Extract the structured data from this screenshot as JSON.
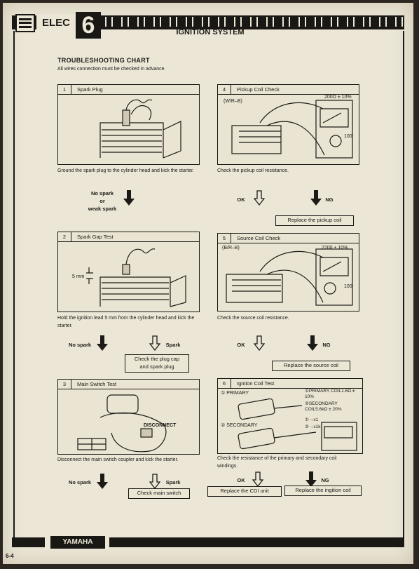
{
  "header": {
    "chapter_label": "ELEC",
    "chapter_number": "6",
    "section_title": "IGNITION SYSTEM"
  },
  "chart": {
    "title": "TROUBLESHOOTING CHART",
    "subtitle": "All wires connection must be checked in advance."
  },
  "steps": [
    {
      "num": "1",
      "title": "Spark Plug",
      "caption": "Ground the spark plug to the cylinder head and kick the starter."
    },
    {
      "num": "2",
      "title": "Spark Gap Test",
      "caption": "Hold the ignition lead 5 mm from the cylinder head and kick the starter.",
      "dim_label": "5 mm"
    },
    {
      "num": "3",
      "title": "Main Switch Test",
      "caption": "Disconnect the main switch coupler and kick the starter.",
      "disconnect_label": "DISCONNECT"
    },
    {
      "num": "4",
      "title": "Pickup Coil Check",
      "caption": "Check the pickup coil resistance.",
      "wire_label": "(W/R–B)",
      "meter_value": "200Ω ± 10%",
      "range": "100"
    },
    {
      "num": "5",
      "title": "Source Coil Check",
      "caption": "Check the source coil resistance.",
      "wire_label": "(B/R–B)",
      "meter_value": "2200 ± 10%",
      "range": "100"
    },
    {
      "num": "6",
      "title": "Igntion Coil Test",
      "caption": "Check the resistance of the primary and secondary coil windings.",
      "primary": "① PRIMARY",
      "secondary": "② SECONDARY",
      "spec_primary": "①PRIMARY COIL1.6Ω ± 10%",
      "spec_secondary": "②SECONDARY COIL5.6kΩ ± 20%",
      "x1": "①→x1",
      "x1k": "②→x1k"
    }
  ],
  "flow": {
    "no_spark_weak": [
      "No spark",
      "or",
      "weak spark"
    ],
    "no_spark": "No spark",
    "spark": "Spark",
    "ok": "OK",
    "ng": "NG",
    "check_plug_cap": [
      "Check the plug cap",
      "and spark plug"
    ],
    "check_main_switch": "Check main switch",
    "replace_pickup": "Replace the pickup coil",
    "replace_source": "Replace the source coil",
    "replace_cdi": "Replace the CDI unit",
    "replace_ignition": "Replace the ingition coil"
  },
  "footer": {
    "brand": "YAMAHA",
    "page": "6-4"
  }
}
